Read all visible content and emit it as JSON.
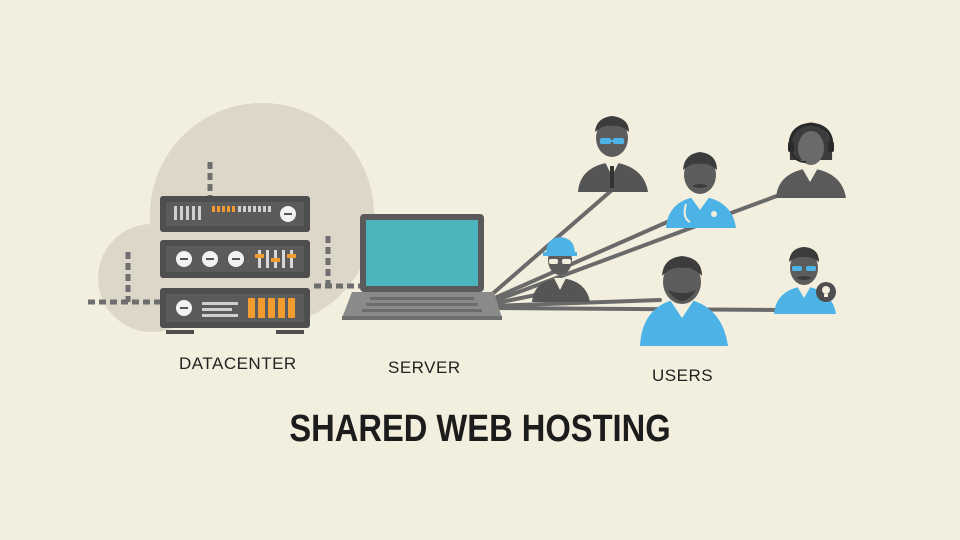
{
  "labels": {
    "datacenter": "DATACENTER",
    "server": "SERVER",
    "users": "USERS"
  },
  "title": "SHARED WEB HOSTING",
  "icons": [
    "server-rack-icon",
    "laptop-icon",
    "user-icon"
  ],
  "colors": {
    "background": "#f3efdf",
    "circle": "#dcd7c8",
    "dark": "#555555",
    "accent_blue": "#4db3e6",
    "screen_teal": "#4bb4bd",
    "orange": "#f29b2e"
  }
}
